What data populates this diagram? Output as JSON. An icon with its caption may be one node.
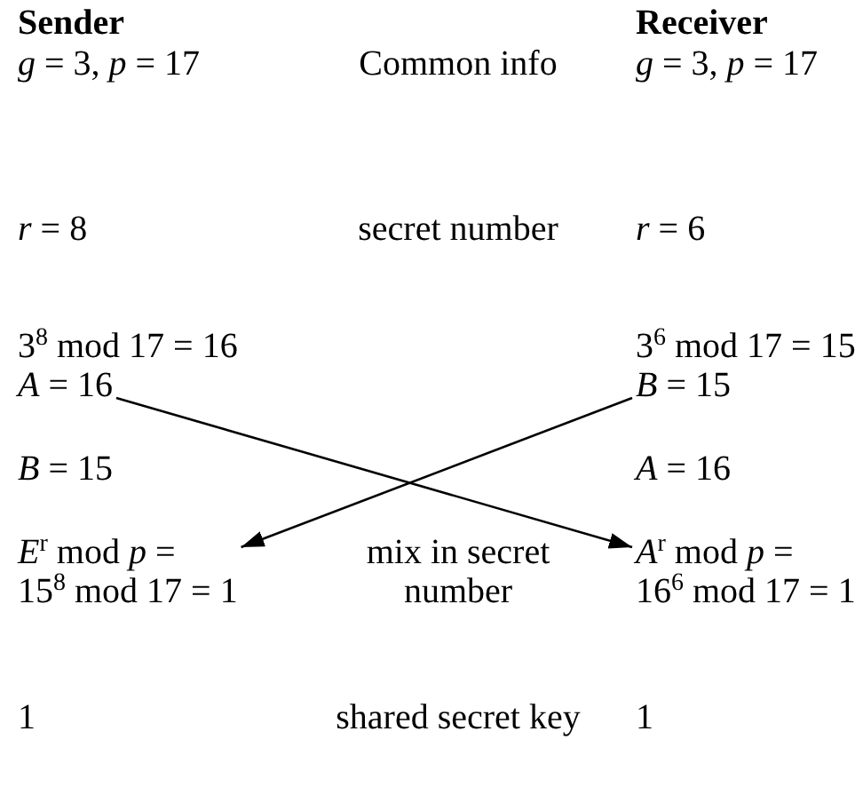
{
  "diagram": {
    "nodes": [
      {
        "text": [
          "*A* = 16"
        ]
      },
      {
        "text": [
          "*B* = 15"
        ]
      },
      {
        "text": [
          "*E*$^{r}$ mod *p* =",
          "15$^{8}$ mod 17 = 1"
        ]
      },
      {
        "text": [
          "*A*$^{r}$ mod *p* =",
          "16$^{6}$ mod 17 = 1"
        ]
      }
    ],
    "edges": [
      {
        "from": 0,
        "to": 3,
        "arrow": "to"
      },
      {
        "from": 1,
        "to": 2,
        "arrow": "to"
      }
    ],
    "labels": [
      "Sender",
      "Receiver",
      "*g* = 3, *p* = 17",
      "Common info",
      "*g* = 3, *p* = 17",
      "*r* = 8",
      "secret number",
      "*r* = 6",
      "3$^{8}$ mod 17 = 16",
      "3$^{6}$ mod 17 = 15",
      "*B* = 15",
      "*A* = 16",
      "mix in secret number",
      "1",
      "shared secret key",
      "1"
    ]
  }
}
